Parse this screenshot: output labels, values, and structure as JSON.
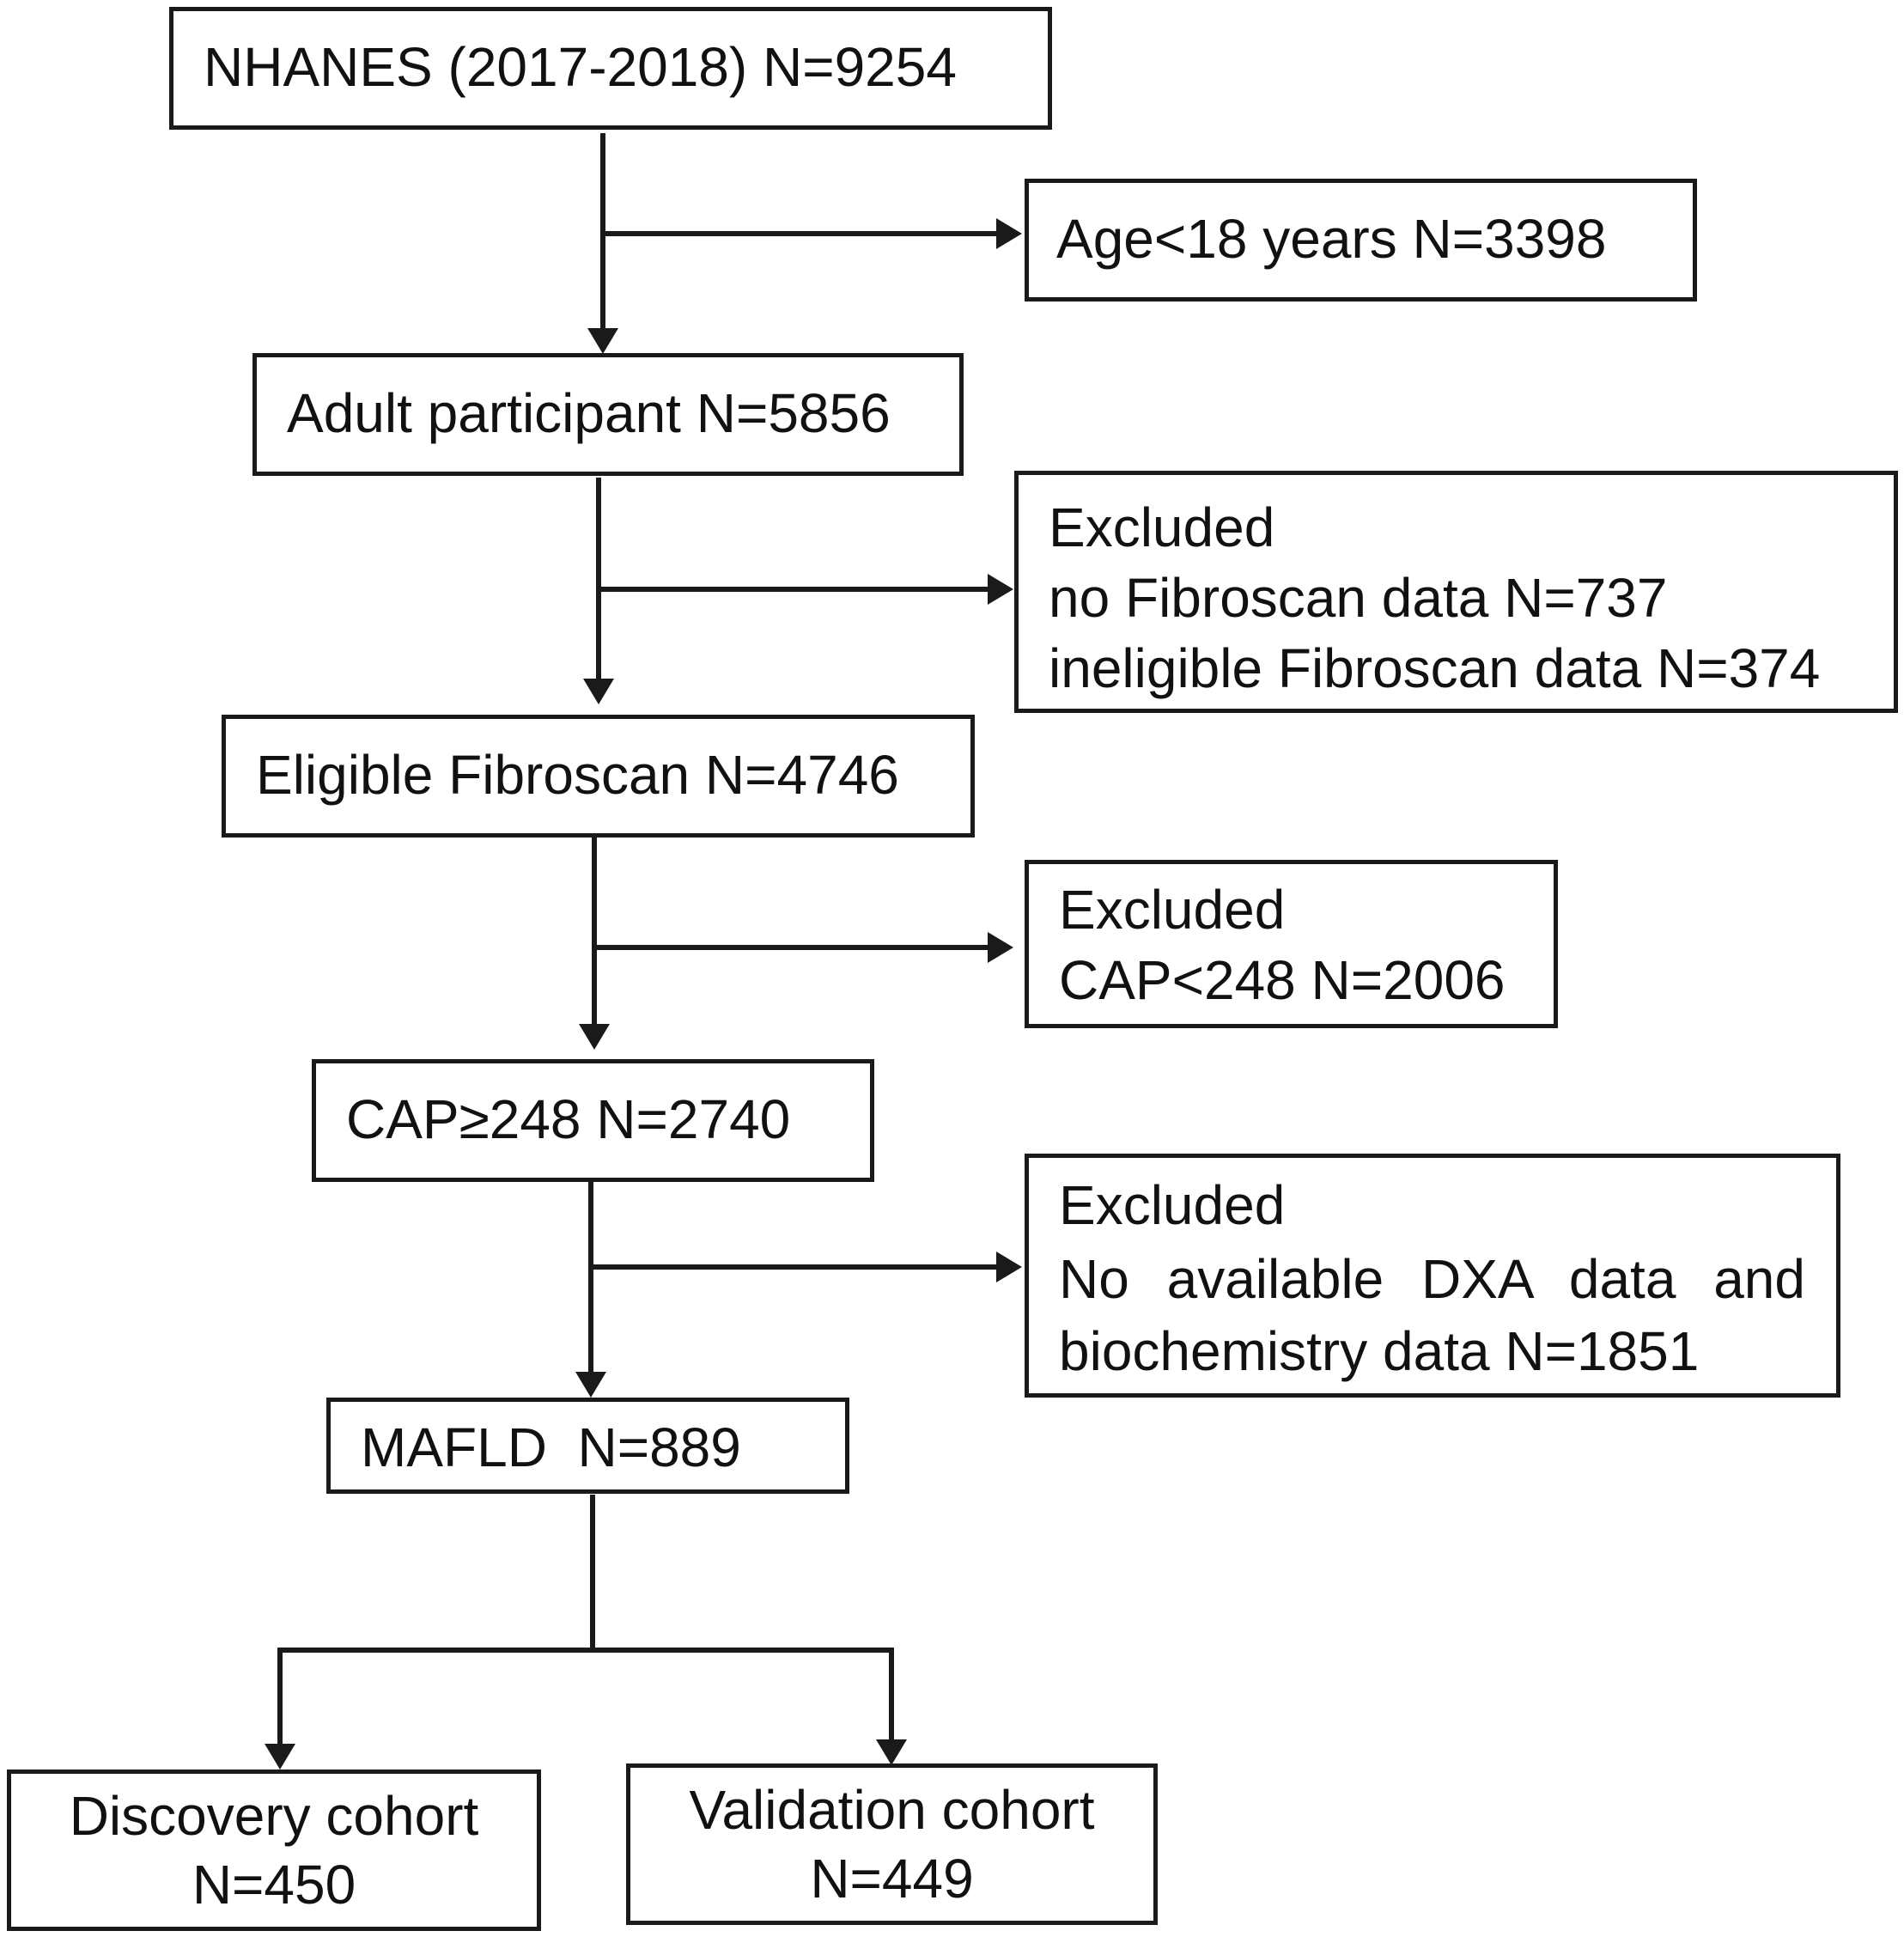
{
  "nodes": {
    "nhanes": {
      "label": "NHANES (2017-2018) N=9254"
    },
    "age_excluded": {
      "label": "Age<18 years N=3398"
    },
    "adult": {
      "label": "Adult participant N=5856"
    },
    "fibroscan_excluded": {
      "title": "Excluded",
      "line1": "no Fibroscan data N=737",
      "line2": "ineligible Fibroscan data N=374"
    },
    "eligible": {
      "label": "Eligible Fibroscan N=4746"
    },
    "cap_excluded": {
      "title": "Excluded",
      "line1": "CAP<248 N=2006"
    },
    "cap_included": {
      "label": "CAP≥248 N=2740"
    },
    "dxa_excluded": {
      "title": "Excluded",
      "line1": "No available DXA data and",
      "line2": "biochemistry data N=1851"
    },
    "mafld": {
      "label": "MAFLD  N=889"
    },
    "discovery": {
      "line1": "Discovery cohort",
      "line2": "N=450"
    },
    "validation": {
      "line1": "Validation cohort",
      "line2": "N=449"
    }
  },
  "colors": {
    "stroke": "#1a1a1a",
    "background": "#ffffff"
  }
}
